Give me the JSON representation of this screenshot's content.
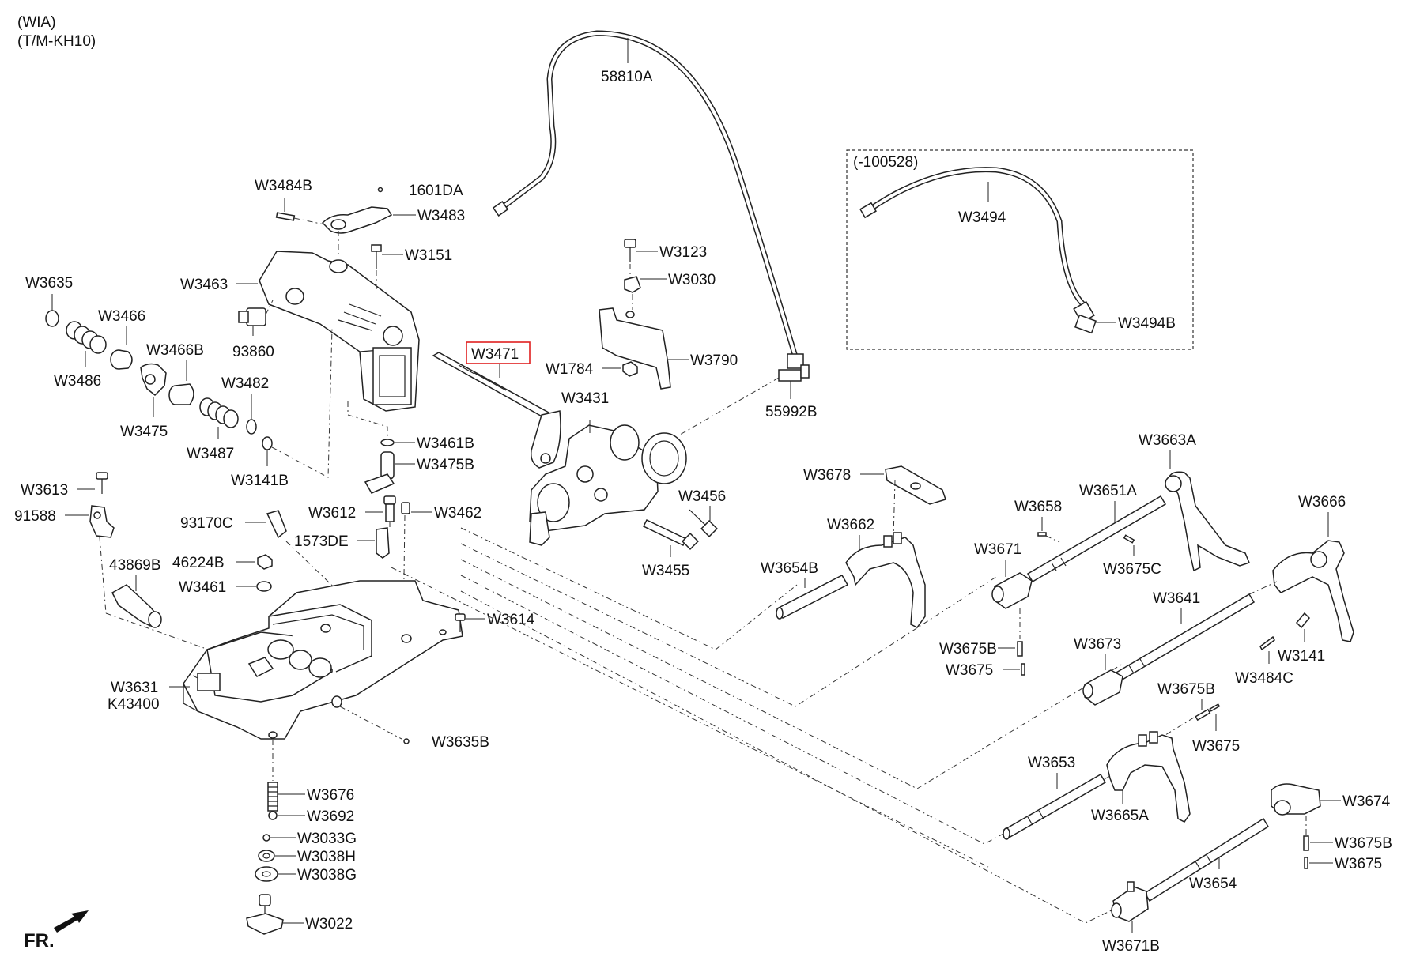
{
  "header": {
    "line1": "(WIA)",
    "line2": "(T/M-KH10)"
  },
  "inset": {
    "label": "(-100528)"
  },
  "highlighted_part": "W3471",
  "highlight_color": "#e02020",
  "front_marker": "FR.",
  "labels": {
    "l58810A": "58810A",
    "l1601DA": "1601DA",
    "l3484B": "W3484B",
    "l3483": "W3483",
    "l3151": "W3151",
    "l3463": "W3463",
    "l3635": "W3635",
    "l3466": "W3466",
    "l93860": "93860",
    "l3466B": "W3466B",
    "l3486": "W3486",
    "l3482": "W3482",
    "l3475": "W3475",
    "l3487": "W3487",
    "l3141B": "W3141B",
    "l3461B": "W3461B",
    "l3475B": "W3475B",
    "l3471": "W3471",
    "l3123": "W3123",
    "l3030": "W3030",
    "l1784": "W1784",
    "l3790": "W3790",
    "l3431": "W3431",
    "l55992B": "55992B",
    "l3494": "W3494",
    "l3494B": "W3494B",
    "l3613": "W3613",
    "l91588": "91588",
    "l93170C": "93170C",
    "l3612": "W3612",
    "l3462": "W3462",
    "l1573DE": "1573DE",
    "l3456": "W3456",
    "l3455": "W3455",
    "l43869B": "43869B",
    "l46224B": "46224B",
    "l3461": "W3461",
    "l3614": "W3614",
    "l3631": "W3631",
    "lK43400": "K43400",
    "l3635B": "W3635B",
    "l3676": "W3676",
    "l3692": "W3692",
    "l3033G": "W3033G",
    "l3038H": "W3038H",
    "l3038G": "W3038G",
    "l3022": "W3022",
    "l3678": "W3678",
    "l3662": "W3662",
    "l3654B": "W3654B",
    "l3663A": "W3663A",
    "l3658": "W3658",
    "l3651A": "W3651A",
    "l3675C": "W3675C",
    "l3671": "W3671",
    "l3666": "W3666",
    "l3641": "W3641",
    "l3675B_a": "W3675B",
    "l3675_a": "W3675",
    "l3673": "W3673",
    "l3141": "W3141",
    "l3484C": "W3484C",
    "l3675B_b": "W3675B",
    "l3675_b": "W3675",
    "l3653": "W3653",
    "l3665A": "W3665A",
    "l3674": "W3674",
    "l3675B_c": "W3675B",
    "l3675_c": "W3675",
    "l3654": "W3654",
    "l3671B": "W3671B"
  }
}
